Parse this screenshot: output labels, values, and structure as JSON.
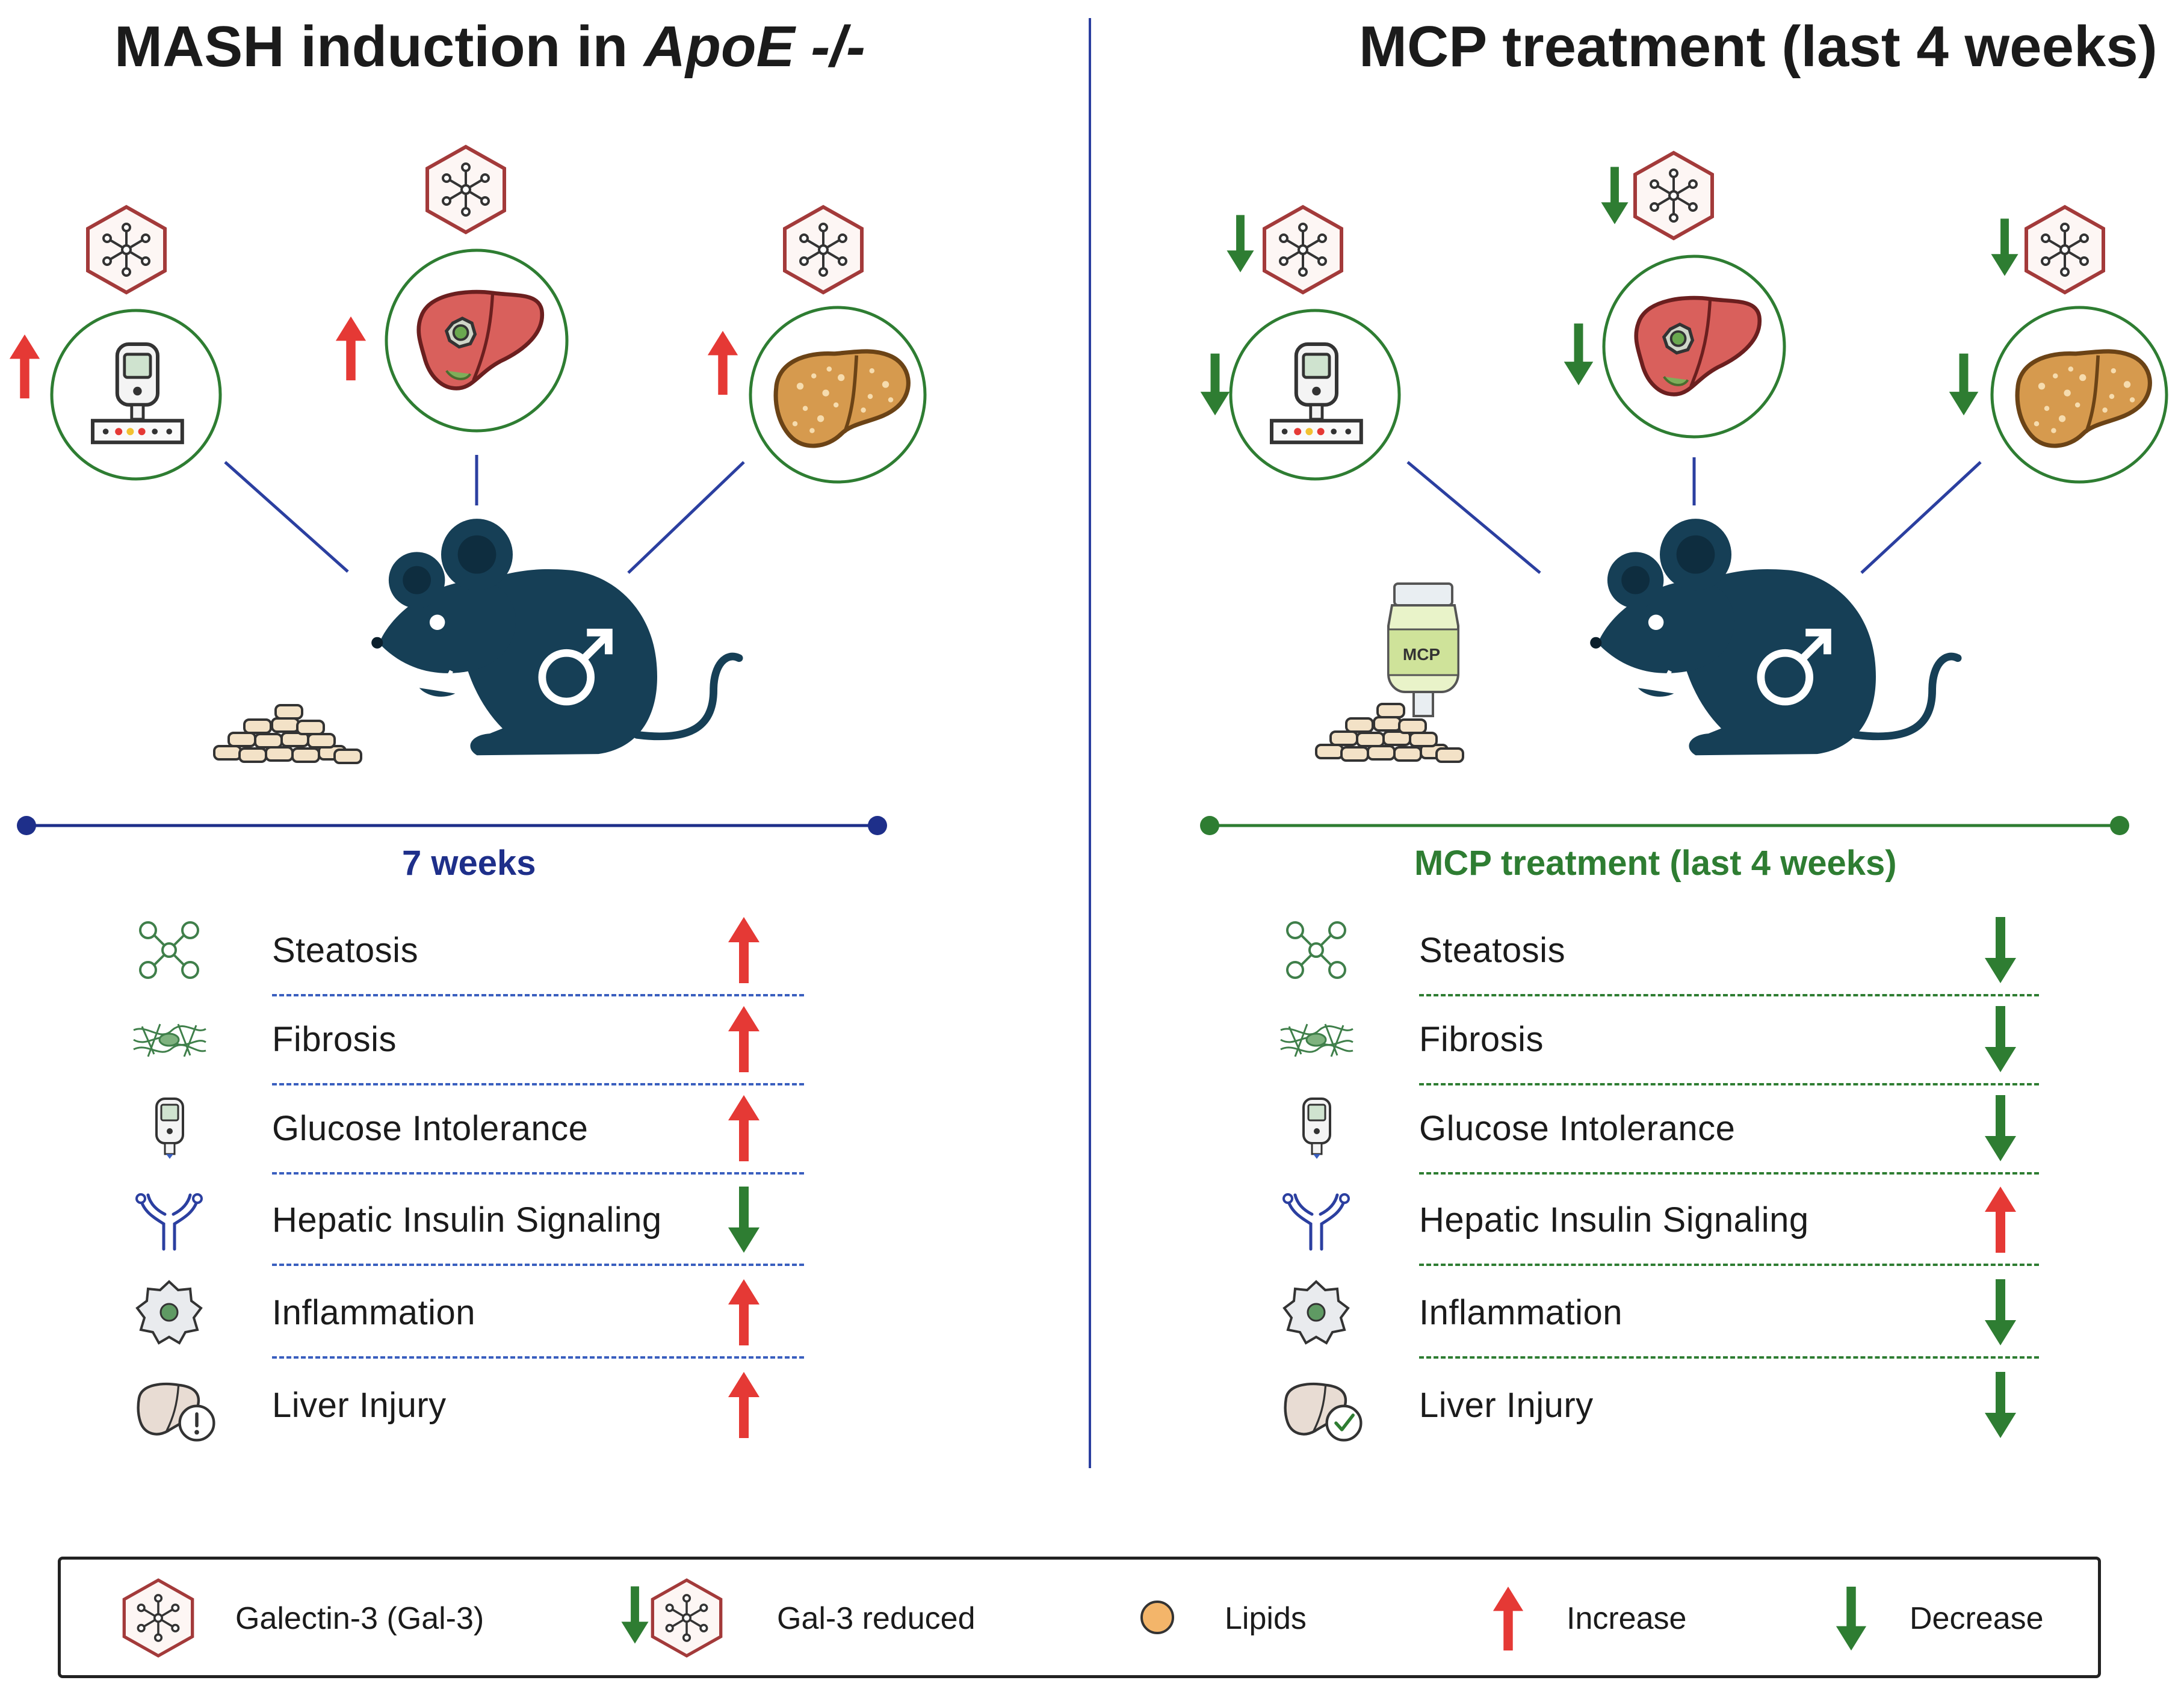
{
  "left_panel": {
    "title_main": "MASH induction in ",
    "title_italic": "ApoE -/-",
    "timeline_label": "7 weeks",
    "rows": [
      {
        "label": "Steatosis",
        "icon": "lipid-droplets-icon",
        "direction": "up"
      },
      {
        "label": "Fibrosis",
        "icon": "fibrosis-mesh-icon",
        "direction": "up"
      },
      {
        "label": "Glucose Intolerance",
        "icon": "glucometer-icon",
        "direction": "up"
      },
      {
        "label": "Hepatic Insulin Signaling",
        "icon": "insulin-receptor-icon",
        "direction": "down"
      },
      {
        "label": "Inflammation",
        "icon": "immune-cell-icon",
        "direction": "up"
      },
      {
        "label": "Liver Injury",
        "icon": "liver-warning-icon",
        "direction": "up"
      }
    ]
  },
  "right_panel": {
    "title": "MCP treatment (last 4 weeks)",
    "timeline_label": "MCP treatment (last 4 weeks)",
    "bottle_label": "MCP",
    "rows": [
      {
        "label": "Steatosis",
        "icon": "lipid-droplets-icon",
        "direction": "down"
      },
      {
        "label": "Fibrosis",
        "icon": "fibrosis-mesh-icon",
        "direction": "down"
      },
      {
        "label": "Glucose Intolerance",
        "icon": "glucometer-icon",
        "direction": "down"
      },
      {
        "label": "Hepatic Insulin Signaling",
        "icon": "insulin-receptor-icon",
        "direction": "up"
      },
      {
        "label": "Inflammation",
        "icon": "immune-cell-icon",
        "direction": "down"
      },
      {
        "label": "Liver Injury",
        "icon": "liver-check-icon",
        "direction": "down"
      }
    ]
  },
  "legend": {
    "galectin": "Galectin-3 (Gal-3)",
    "gal3_reduced": "Gal-3 reduced",
    "lipids": "Lipids",
    "increase": "Increase",
    "decrease": "Decrease"
  },
  "colors": {
    "navy": "#1e2f8a",
    "line_blue": "#2b3fa0",
    "green": "#2e7d32",
    "red": "#e53935",
    "mouse": "#163f56",
    "liver_red": "#d9605c",
    "liver_fat": "#d69a4e"
  }
}
